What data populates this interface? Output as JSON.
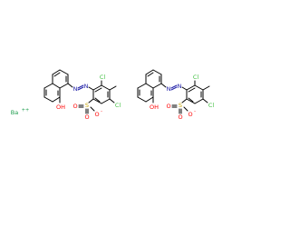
{
  "colors": {
    "bond": "#000000",
    "oxygen": "#ff0000",
    "nitrogen": "#2121a8",
    "chlorine": "#3fbf3f",
    "sulfur": "#c6a200",
    "barium": "#1a9b4a"
  },
  "counter_ion": {
    "symbol": "Ba",
    "charge": "++"
  },
  "molecules": [
    {
      "atoms": {
        "n1": "N",
        "n2": "N",
        "cl_upper": "Cl",
        "cl_lower": "Cl",
        "oh": "OH",
        "s": "S",
        "o_left": "O",
        "o_bottom": "O",
        "o_minus": "O",
        "minus": "-"
      }
    },
    {
      "atoms": {
        "n1": "N",
        "n2": "N",
        "cl_upper": "Cl",
        "cl_lower": "Cl",
        "oh": "OH",
        "s": "S",
        "o_left": "O",
        "o_bottom": "O",
        "o_minus": "O",
        "minus": "-"
      }
    }
  ]
}
